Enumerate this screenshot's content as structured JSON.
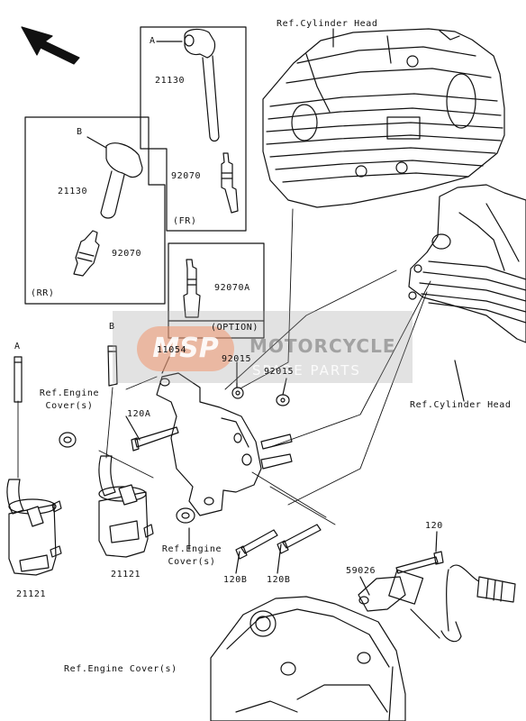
{
  "watermark": {
    "logo": "MSP",
    "line1": "MOTORCYCLE",
    "line2": "SPARE PARTS"
  },
  "labels": {
    "ref_cyl_head_top": "Ref.Cylinder Head",
    "ref_cyl_head_right": "Ref.Cylinder Head",
    "fr_callout": "A",
    "fr_part_cap": "21130",
    "fr_part_plug": "92070",
    "fr_tag": "(FR)",
    "rr_callout": "B",
    "rr_part_cap": "21130",
    "rr_part_plug": "92070",
    "rr_tag": "(RR)",
    "option_part": "92070A",
    "option_tag": "(OPTION)",
    "left_callout_a": "A",
    "left_callout_b": "B",
    "bracket": "11054",
    "bolt_120a": "120A",
    "washer_left": "92015",
    "washer_right": "92015",
    "ref_engine_cover_1": "Ref.Engine Cover(s)",
    "ref_engine_cover_2": "Ref.Engine Cover(s)",
    "ref_engine_cover_3": "Ref.Engine Cover(s)",
    "coil_left": "21121",
    "coil_right": "21121",
    "bolt_120b_left": "120B",
    "bolt_120b_right": "120B",
    "bolt_120": "120",
    "sensor": "59026"
  }
}
